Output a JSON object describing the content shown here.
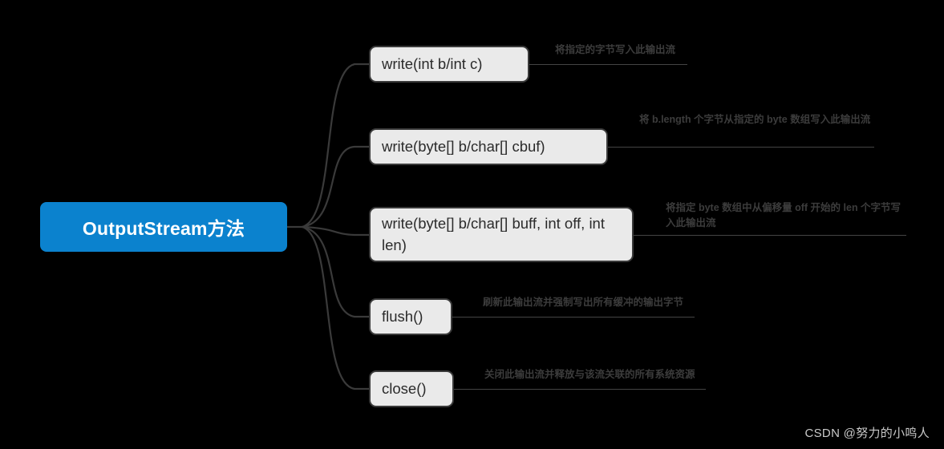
{
  "diagram": {
    "type": "mind-map",
    "background_color": "#000000",
    "root": {
      "label": "OutputStream方法",
      "fill_color": "#0b82ce",
      "text_color": "#ffffff"
    },
    "branch_line_color": "#3a3a3a",
    "node_fill_color": "#eaeaea",
    "node_border_color": "#3a3a3a",
    "annotation_text_color": "#3c3c3c",
    "branches": [
      {
        "label": "write(int b/int c)",
        "annotation": "将指定的字节写入此输出流"
      },
      {
        "label": "write(byte[] b/char[] cbuf)",
        "annotation": "将 b.length 个字节从指定的 byte 数组写入此输出流"
      },
      {
        "label": "write(byte[] b/char[] buff, int off, int len)",
        "annotation": "将指定 byte 数组中从偏移量 off 开始的 len 个字节写入此输出流"
      },
      {
        "label": "flush()",
        "annotation": "刷新此输出流并强制写出所有缓冲的输出字节"
      },
      {
        "label": "close()",
        "annotation": "关闭此输出流并释放与该流关联的所有系统资源"
      }
    ]
  },
  "watermark": {
    "text": "CSDN @努力的小鸣人"
  }
}
